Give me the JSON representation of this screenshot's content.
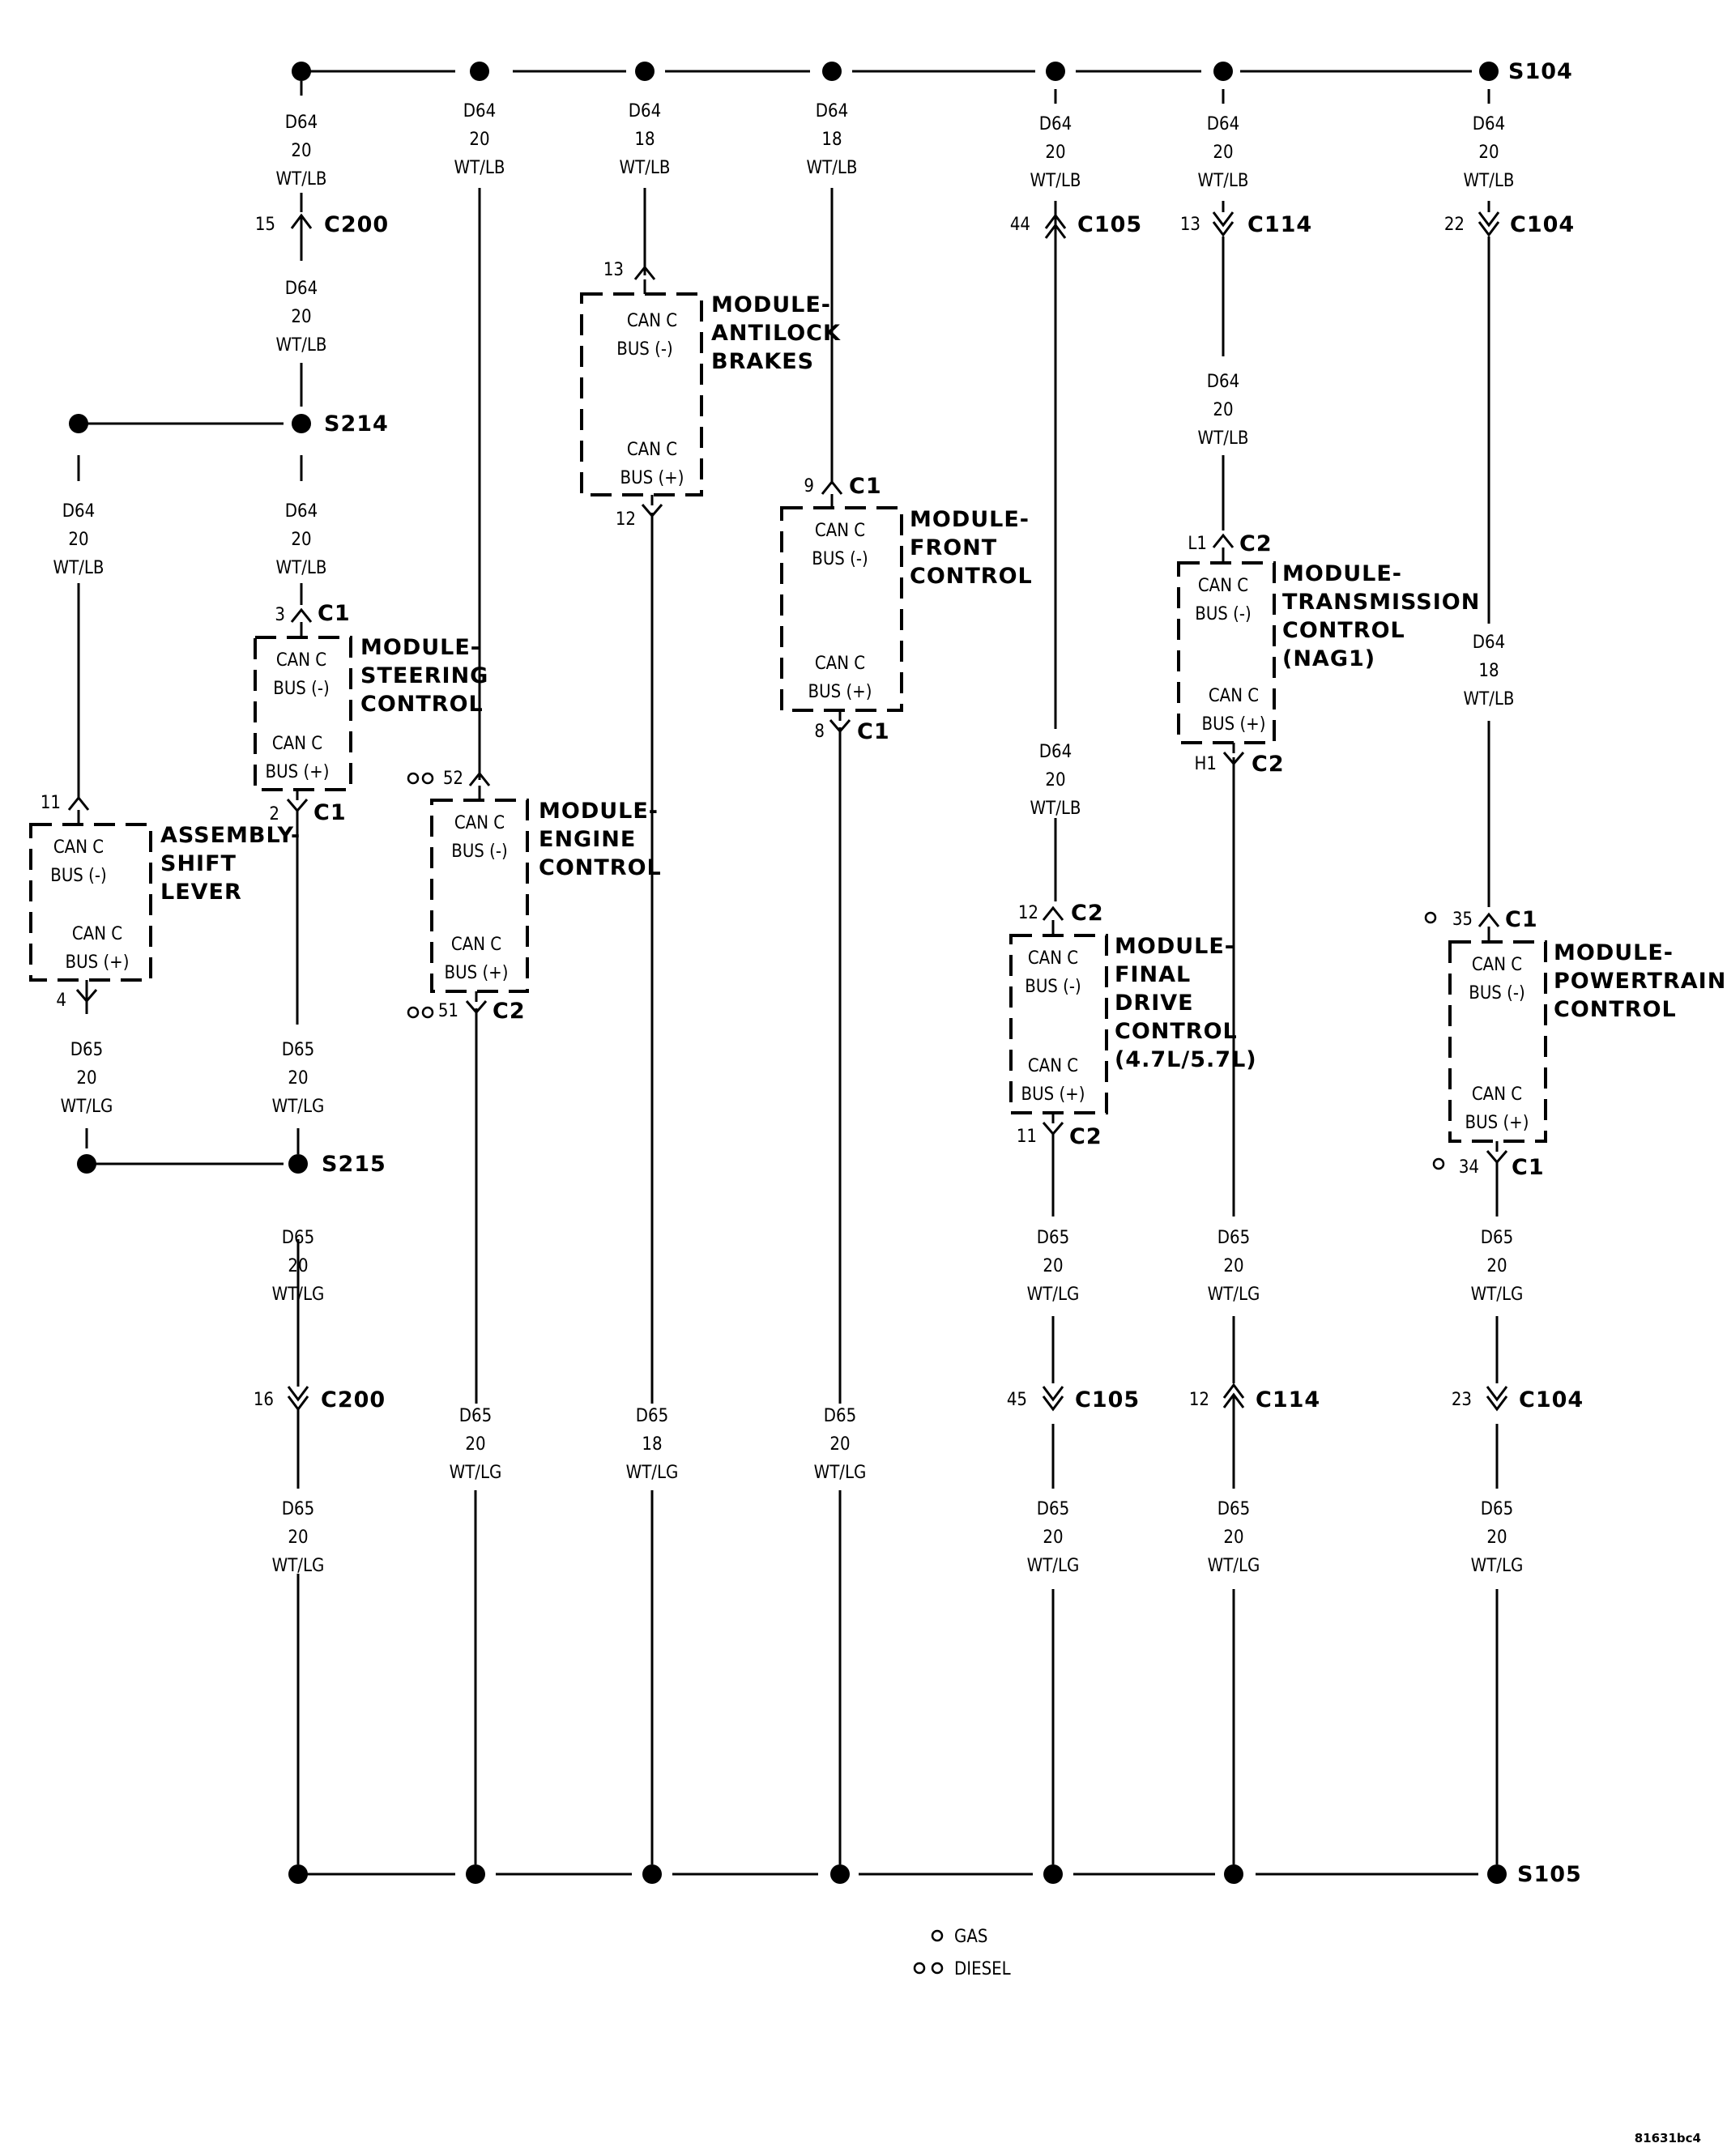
{
  "splices": {
    "top": "S104",
    "bottom": "S105",
    "left_upper": "S214",
    "left_lower": "S215"
  },
  "top_wires": [
    {
      "circuit": "D64",
      "gauge": "20",
      "color": "WT/LB"
    },
    {
      "circuit": "D64",
      "gauge": "20",
      "color": "WT/LB"
    },
    {
      "circuit": "D64",
      "gauge": "18",
      "color": "WT/LB"
    },
    {
      "circuit": "D64",
      "gauge": "18",
      "color": "WT/LB"
    },
    {
      "circuit": "D64",
      "gauge": "20",
      "color": "WT/LB"
    },
    {
      "circuit": "D64",
      "gauge": "20",
      "color": "WT/LB"
    },
    {
      "circuit": "D64",
      "gauge": "20",
      "color": "WT/LB"
    }
  ],
  "mid_wires": [
    {
      "circuit": "D64",
      "gauge": "20",
      "color": "WT/LB"
    },
    {
      "circuit": "D64",
      "gauge": "20",
      "color": "WT/LB"
    },
    {
      "circuit": "D64",
      "gauge": "20",
      "color": "WT/LB"
    },
    {
      "circuit": "D64",
      "gauge": "20",
      "color": "WT/LB"
    },
    {
      "circuit": "D64",
      "gauge": "20",
      "color": "WT/LB"
    },
    {
      "circuit": "D64",
      "gauge": "18",
      "color": "WT/LB"
    }
  ],
  "low_wires": [
    {
      "circuit": "D65",
      "gauge": "20",
      "color": "WT/LG"
    },
    {
      "circuit": "D65",
      "gauge": "20",
      "color": "WT/LG"
    },
    {
      "circuit": "D65",
      "gauge": "20",
      "color": "WT/LG"
    },
    {
      "circuit": "D65",
      "gauge": "20",
      "color": "WT/LG"
    },
    {
      "circuit": "D65",
      "gauge": "18",
      "color": "WT/LG"
    },
    {
      "circuit": "D65",
      "gauge": "20",
      "color": "WT/LG"
    },
    {
      "circuit": "D65",
      "gauge": "20",
      "color": "WT/LG"
    },
    {
      "circuit": "D65",
      "gauge": "20",
      "color": "WT/LG"
    },
    {
      "circuit": "D65",
      "gauge": "20",
      "color": "WT/LG"
    },
    {
      "circuit": "D65",
      "gauge": "20",
      "color": "WT/LG"
    },
    {
      "circuit": "D65",
      "gauge": "20",
      "color": "WT/LG"
    },
    {
      "circuit": "D65",
      "gauge": "20",
      "color": "WT/LG"
    },
    {
      "circuit": "D65",
      "gauge": "20",
      "color": "WT/LG"
    }
  ],
  "inline_connectors": [
    {
      "pin": "15",
      "name": "C200"
    },
    {
      "pin": "44",
      "name": "C105"
    },
    {
      "pin": "13",
      "name": "C114"
    },
    {
      "pin": "22",
      "name": "C104"
    },
    {
      "pin": "16",
      "name": "C200"
    },
    {
      "pin": "45",
      "name": "C105"
    },
    {
      "pin": "12",
      "name": "C114"
    },
    {
      "pin": "23",
      "name": "C104"
    }
  ],
  "can_labels": {
    "neg_1": "CAN C",
    "neg_2": "BUS (-)",
    "pos_1": "CAN C",
    "pos_2": "BUS (+)"
  },
  "modules": [
    {
      "name": [
        "ASSEMBLY-",
        "SHIFT",
        "LEVER"
      ],
      "top_pin": "11",
      "top_conn": "",
      "bottom_pin": "4",
      "bottom_conn": ""
    },
    {
      "name": [
        "MODULE-",
        "STEERING",
        "CONTROL"
      ],
      "top_pin": "3",
      "top_conn": "C1",
      "bottom_pin": "2",
      "bottom_conn": "C1"
    },
    {
      "name": [
        "MODULE-",
        "ENGINE",
        "CONTROL"
      ],
      "top_pin": "52",
      "top_conn": "",
      "bottom_pin": "51",
      "bottom_conn": "C2"
    },
    {
      "name": [
        "MODULE-",
        "ANTILOCK",
        "BRAKES"
      ],
      "top_pin": "13",
      "top_conn": "",
      "bottom_pin": "12",
      "bottom_conn": ""
    },
    {
      "name": [
        "MODULE-",
        "FRONT",
        "CONTROL"
      ],
      "top_pin": "9",
      "top_conn": "C1",
      "bottom_pin": "8",
      "bottom_conn": "C1"
    },
    {
      "name": [
        "MODULE-",
        "FINAL",
        "DRIVE",
        "CONTROL",
        "(4.7L/5.7L)"
      ],
      "top_pin": "12",
      "top_conn": "C2",
      "bottom_pin": "11",
      "bottom_conn": "C2"
    },
    {
      "name": [
        "MODULE-",
        "TRANSMISSION",
        "CONTROL",
        "(NAG1)"
      ],
      "top_pin": "L1",
      "top_conn": "C2",
      "bottom_pin": "H1",
      "bottom_conn": "C2"
    },
    {
      "name": [
        "MODULE-",
        "POWERTRAIN",
        "CONTROL"
      ],
      "top_pin": "35",
      "top_conn": "C1",
      "bottom_pin": "34",
      "bottom_conn": "C1"
    }
  ],
  "legend": {
    "gas": "GAS",
    "diesel": "DIESEL"
  },
  "figure_id": "81631bc4"
}
